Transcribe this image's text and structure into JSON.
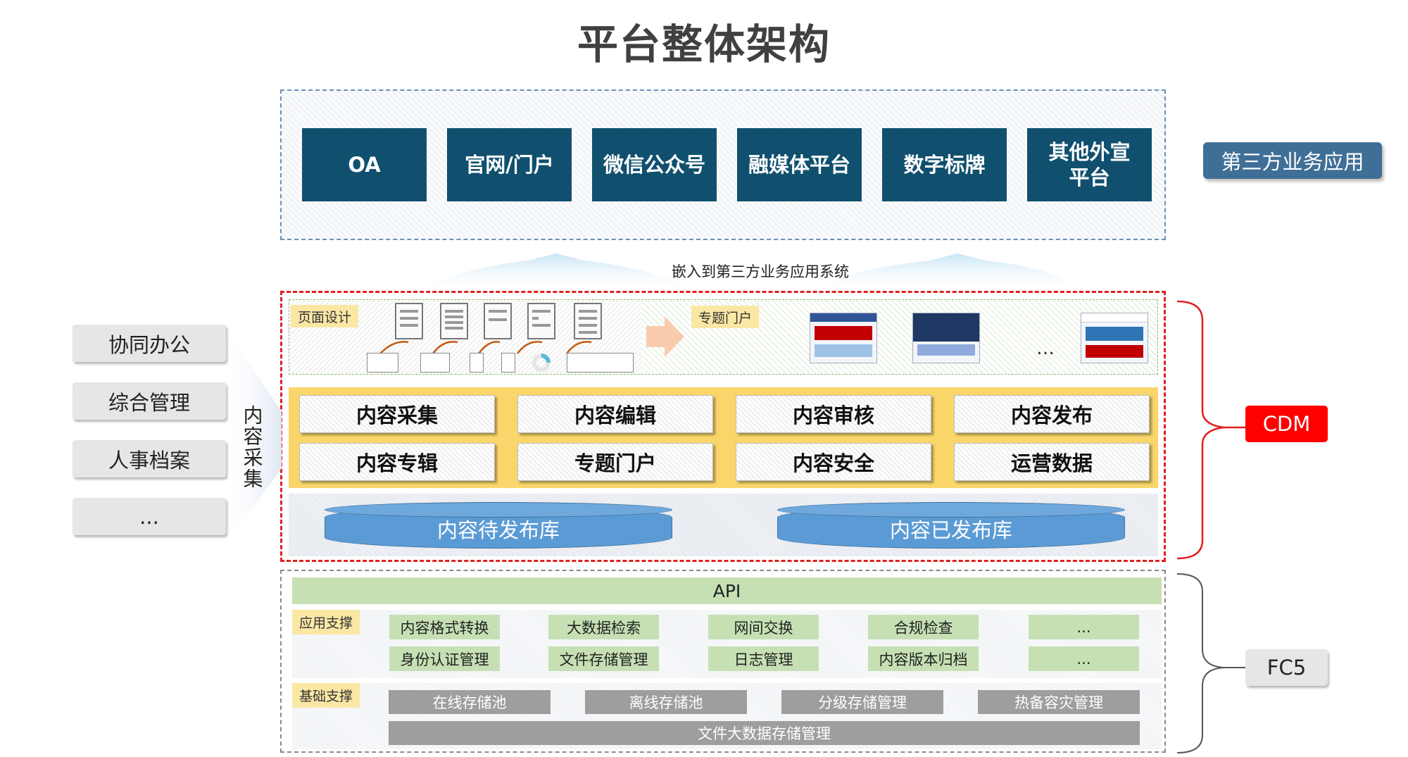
{
  "title": "平台整体架构",
  "third_party": {
    "label": "第三方业务应用",
    "apps": [
      "OA",
      "官网/门户",
      "微信公众号",
      "融媒体平台",
      "数字标牌",
      "其他外宣平台"
    ]
  },
  "embed_caption": "嵌入到第三方业务应用系统",
  "design_strip": {
    "page_design_tag": "页面设计",
    "portal_tag": "专题门户",
    "ellipsis": "…"
  },
  "cdm": {
    "label": "CDM",
    "capabilities_row1": [
      "内容采集",
      "内容编辑",
      "内容审核",
      "内容发布"
    ],
    "capabilities_row2": [
      "内容专辑",
      "专题门户",
      "内容安全",
      "运营数据"
    ],
    "databases": [
      "内容待发布库",
      "内容已发布库"
    ]
  },
  "left_systems": [
    "协同办公",
    "综合管理",
    "人事档案",
    "..."
  ],
  "collect_label": "内容采集",
  "fc5": {
    "label": "FC5",
    "api": "API",
    "app_support_tag": "应用支撑",
    "app_row1": [
      "内容格式转换",
      "大数据检索",
      "网间交换",
      "合规检查",
      "..."
    ],
    "app_row2": [
      "身份认证管理",
      "文件存储管理",
      "日志管理",
      "内容版本归档",
      "..."
    ],
    "base_support_tag": "基础支撑",
    "storage_row": [
      "在线存储池",
      "离线存储池",
      "分级存储管理",
      "热备容灾管理"
    ],
    "storage_bottom": "文件大数据存储管理"
  },
  "colors": {
    "app_tile": "#10506e",
    "cdm_red": "#ff0000",
    "capability_band": "#fad66a",
    "database_blue": "#5b9bd5",
    "support_green": "#c6e0b4",
    "storage_gray": "#9e9e9e"
  }
}
